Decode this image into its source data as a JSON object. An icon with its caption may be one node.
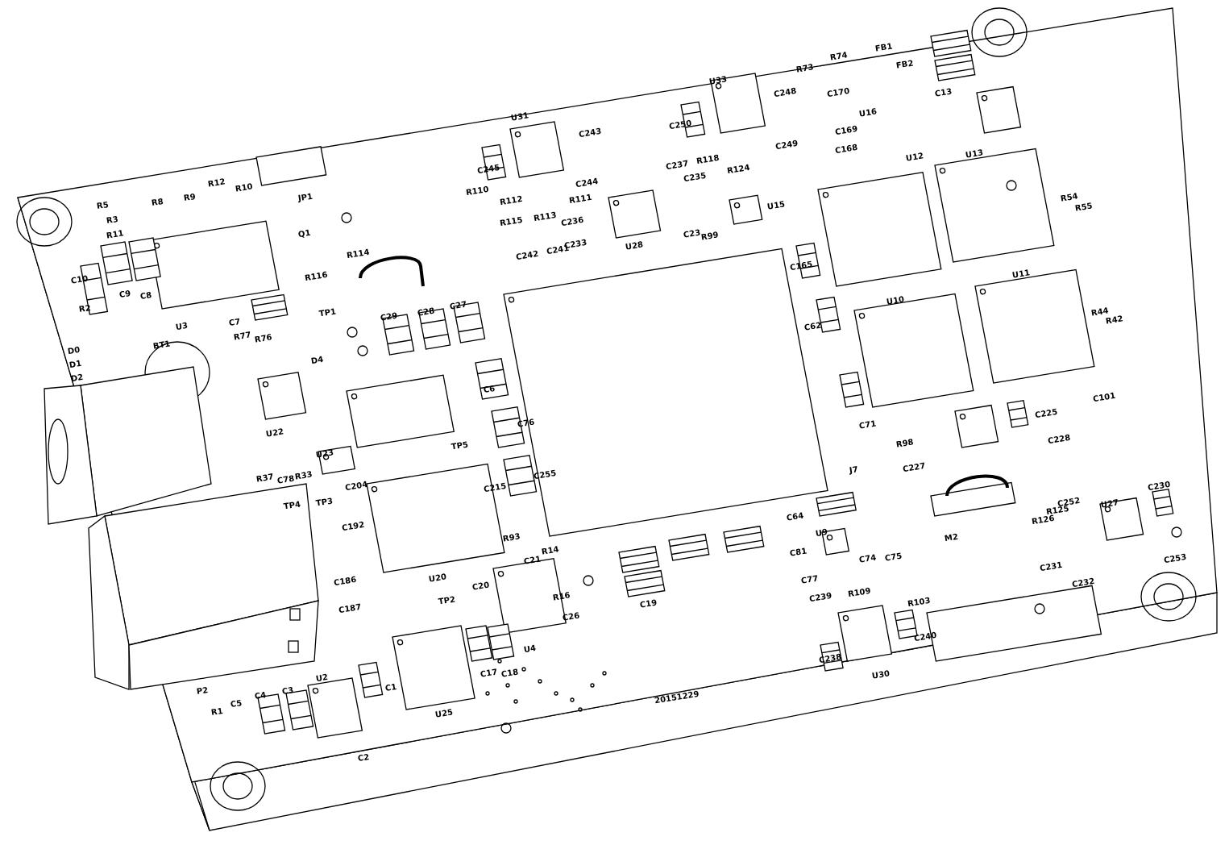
{
  "diagram": {
    "labels": [
      "R5",
      "R8",
      "R9",
      "R12",
      "R10",
      "R3",
      "R11",
      "JP1",
      "Q1",
      "R114",
      "C10",
      "R116",
      "C9",
      "C8",
      "R2",
      "U3",
      "C7",
      "R77",
      "R76",
      "TP1",
      "D0",
      "D1",
      "D2",
      "BT1",
      "D4",
      "U22",
      "C29",
      "C28",
      "C27",
      "C6",
      "C76",
      "C255",
      "U23",
      "R37",
      "C78",
      "R33",
      "C204",
      "TP5",
      "C215",
      "TP4",
      "TP3",
      "C192",
      "R93",
      "R14",
      "C21",
      "C186",
      "C187",
      "U20",
      "TP2",
      "C20",
      "R16",
      "C26",
      "U4",
      "C17",
      "C18",
      "P2",
      "R1",
      "C5",
      "C4",
      "C3",
      "U2",
      "C1",
      "C2",
      "U25",
      "U31",
      "C243",
      "C245",
      "R110",
      "R112",
      "C244",
      "R111",
      "R115",
      "R113",
      "C236",
      "C242",
      "C241",
      "C233",
      "U28",
      "C237",
      "C235",
      "C23",
      "R99",
      "U15",
      "U33",
      "C248",
      "C250",
      "R118",
      "R124",
      "C249",
      "R73",
      "R74",
      "FB1",
      "FB2",
      "C170",
      "U16",
      "C169",
      "C168",
      "C13",
      "U12",
      "U13",
      "R54",
      "R55",
      "C165",
      "C62",
      "U10",
      "U11",
      "R44",
      "R42",
      "C101",
      "C71",
      "C225",
      "C228",
      "R98",
      "J7",
      "C227",
      "C64",
      "U9",
      "C81",
      "C74",
      "C75",
      "C77",
      "C239",
      "R109",
      "R103",
      "C240",
      "C238",
      "U30",
      "M2",
      "R126",
      "R125",
      "C252",
      "C230",
      "U27",
      "C253",
      "C231",
      "C232",
      "C19",
      "20151229"
    ]
  }
}
